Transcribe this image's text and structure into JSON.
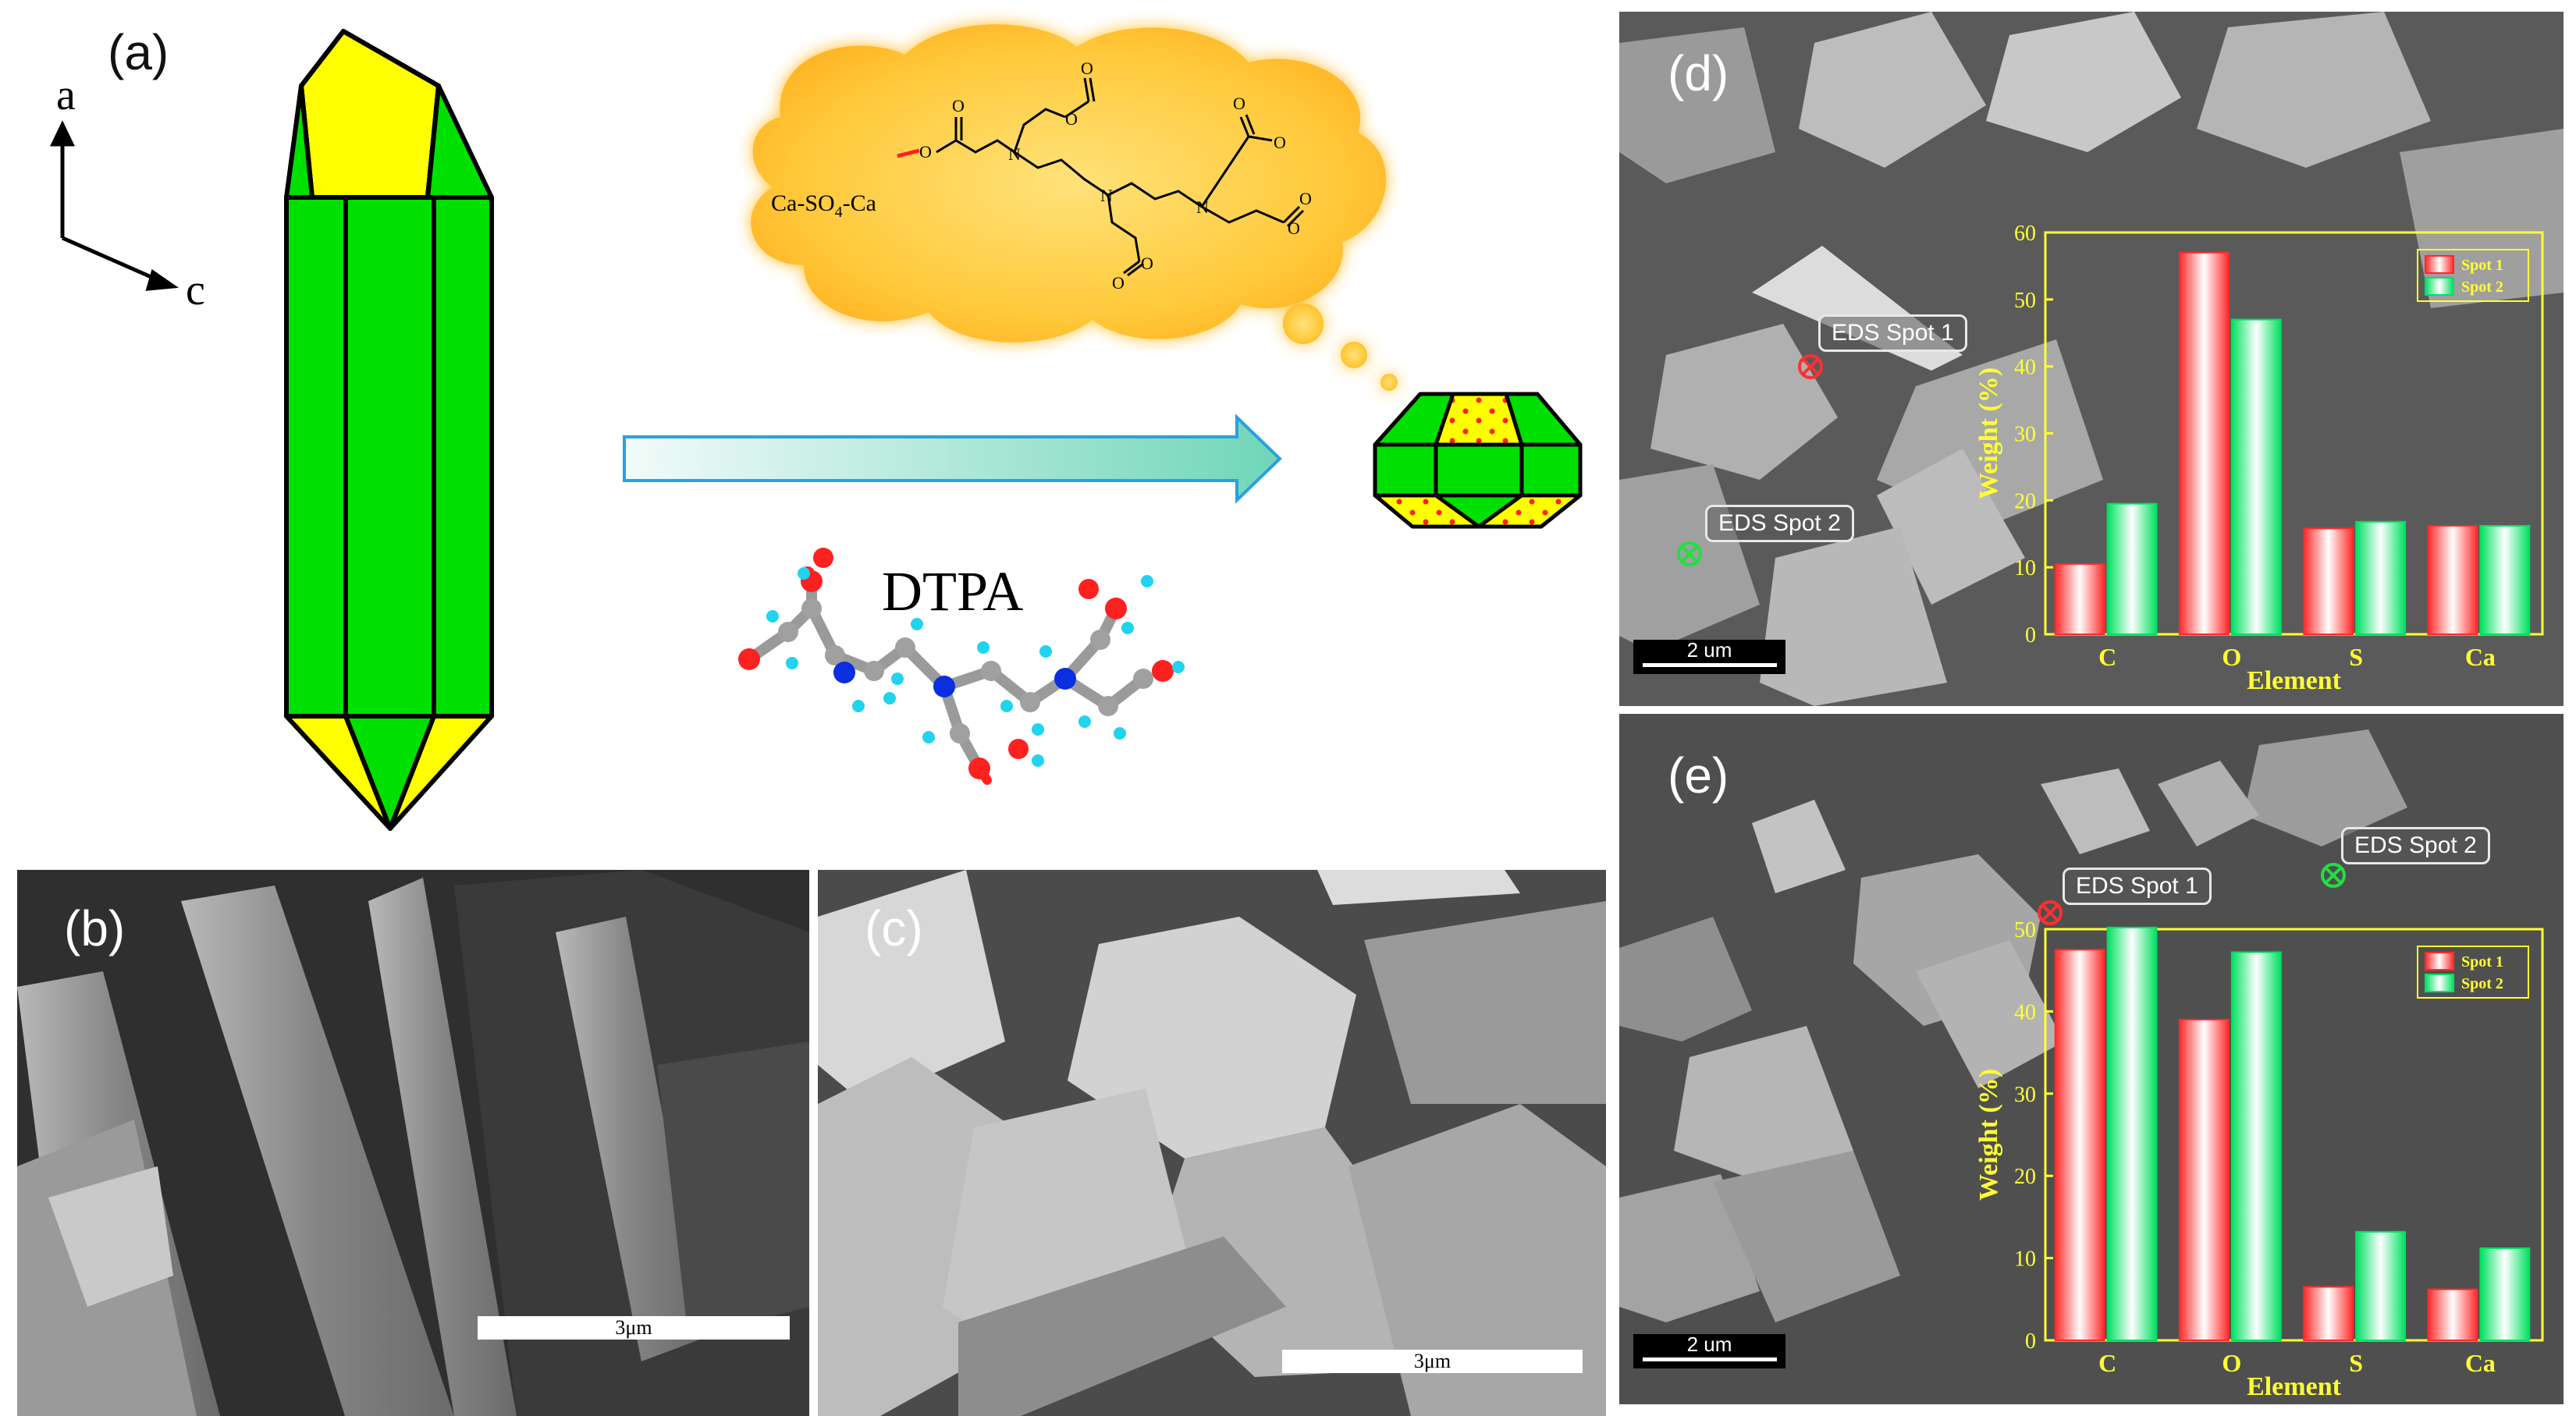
{
  "panel_a": {
    "label": "(a)",
    "axis_a": "a",
    "axis_c": "c",
    "molecule_name": "DTPA",
    "bubble_formula": "Ca-SO",
    "bubble_formula_sub": "4",
    "bubble_formula_tail": "-Ca",
    "colors": {
      "crystal_body": "#00e000",
      "crystal_tip": "#ffff00",
      "bubble": "#ffd23a",
      "arrow": "#9ee6d3"
    }
  },
  "panel_b": {
    "label": "(b)",
    "scalebar": "3μm"
  },
  "panel_c": {
    "label": "(c)",
    "scalebar": "3μm"
  },
  "panel_d": {
    "label": "(d)",
    "scalebar": "2 um",
    "spot1": "EDS Spot 1",
    "spot2": "EDS Spot 2"
  },
  "panel_e": {
    "label": "(e)",
    "scalebar": "2 um",
    "spot1": "EDS Spot 1",
    "spot2": "EDS Spot 2"
  },
  "chart_data": [
    {
      "type": "bar",
      "panel": "d",
      "categories": [
        "C",
        "O",
        "S",
        "Ca"
      ],
      "series": [
        {
          "name": "Spot 1",
          "values": [
            10.5,
            57,
            15.8,
            16.2
          ]
        },
        {
          "name": "Spot 2",
          "values": [
            19.5,
            47,
            16.8,
            16.2
          ]
        }
      ],
      "xlabel": "Element",
      "ylabel": "Weight (%)",
      "ylim": [
        0,
        60
      ],
      "yticks": [
        0,
        10,
        20,
        30,
        40,
        50,
        60
      ],
      "legend": "top-right",
      "colors": [
        "#ff2a2a",
        "#00e060"
      ]
    },
    {
      "type": "bar",
      "panel": "e",
      "categories": [
        "C",
        "O",
        "S",
        "Ca"
      ],
      "series": [
        {
          "name": "Spot 1",
          "values": [
            47.5,
            39,
            6.5,
            6.2
          ]
        },
        {
          "name": "Spot 2",
          "values": [
            50.2,
            47.2,
            13.2,
            11.2
          ]
        }
      ],
      "xlabel": "Element",
      "ylabel": "Weight (%)",
      "ylim": [
        0,
        50
      ],
      "yticks": [
        0,
        10,
        20,
        30,
        40,
        50
      ],
      "legend": "top-right",
      "colors": [
        "#ff2a2a",
        "#00e060"
      ]
    }
  ]
}
